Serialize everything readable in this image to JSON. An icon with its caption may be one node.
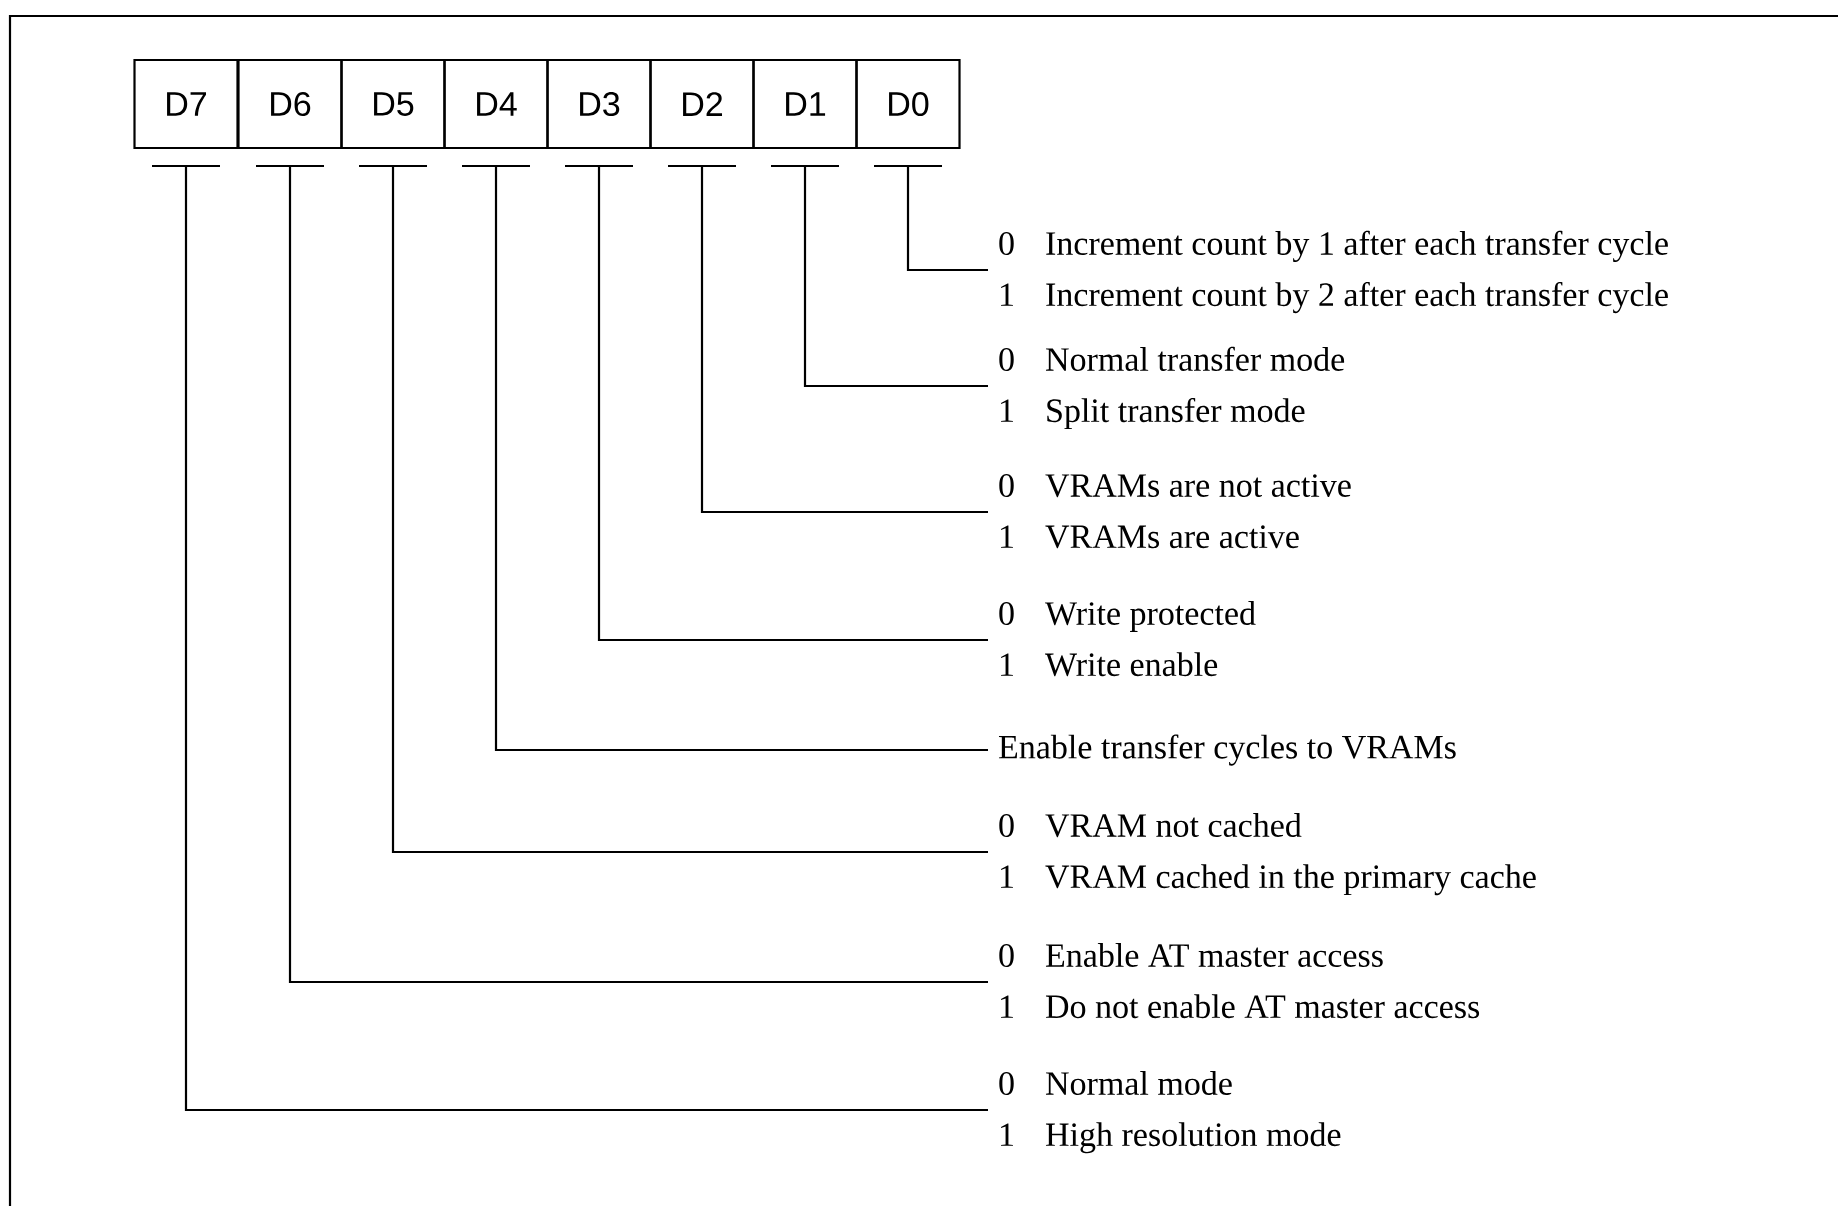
{
  "diagram": {
    "nodes": [
      {
        "text": [
          "D7"
        ]
      },
      {
        "text": [
          "D6"
        ]
      },
      {
        "text": [
          "D5"
        ]
      },
      {
        "text": [
          "D4"
        ]
      },
      {
        "text": [
          "D3"
        ]
      },
      {
        "text": [
          "D2"
        ]
      },
      {
        "text": [
          "D1"
        ]
      },
      {
        "text": [
          "D0"
        ]
      },
      {
        "text": [
          "0",
          "Increment count by 1 after each transfer cycle",
          "1",
          "Increment count by 2 after each transfer cycle"
        ]
      },
      {
        "text": [
          "0",
          "Normal transfer mode",
          "1",
          "Split transfer mode"
        ]
      },
      {
        "text": [
          "0",
          "VRAMs are not active",
          "1",
          "VRAMs are active"
        ]
      },
      {
        "text": [
          "0",
          "Write protected",
          "1",
          "Write enable"
        ]
      },
      {
        "text": [
          "Enable transfer cycles to VRAMs"
        ]
      },
      {
        "text": [
          "0",
          "VRAM not cached",
          "1",
          "VRAM cached in the primary cache"
        ]
      },
      {
        "text": [
          "0",
          "Enable AT master access",
          "1",
          "Do not enable AT master access"
        ]
      },
      {
        "text": [
          "0",
          "Normal mode",
          "1",
          "High resolution mode"
        ]
      }
    ],
    "edges": [
      {
        "from": 7,
        "to": 8,
        "arrow": "none"
      },
      {
        "from": 6,
        "to": 9,
        "arrow": "none"
      },
      {
        "from": 5,
        "to": 10,
        "arrow": "none"
      },
      {
        "from": 4,
        "to": 11,
        "arrow": "none"
      },
      {
        "from": 3,
        "to": 12,
        "arrow": "none"
      },
      {
        "from": 2,
        "to": 13,
        "arrow": "none"
      },
      {
        "from": 1,
        "to": 14,
        "arrow": "none"
      },
      {
        "from": 0,
        "to": 15,
        "arrow": "none"
      }
    ]
  }
}
